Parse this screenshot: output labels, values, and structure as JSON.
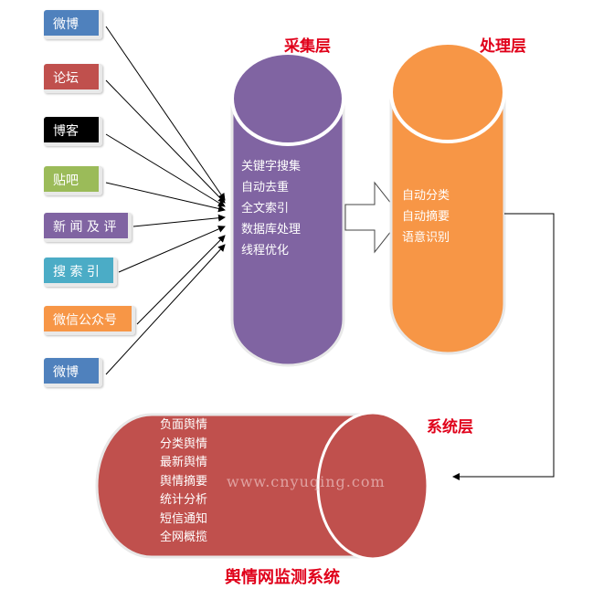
{
  "sources": [
    {
      "label": "微博",
      "color": "#4f81bd"
    },
    {
      "label": "论坛",
      "color": "#c0504d"
    },
    {
      "label": "博客",
      "color": "#000000"
    },
    {
      "label": "贴吧",
      "color": "#9bbb59"
    },
    {
      "label": "新 闻 及 评",
      "color": "#8064a2"
    },
    {
      "label": "搜 索 引",
      "color": "#4bacc6"
    },
    {
      "label": "微信公众号",
      "color": "#f79646"
    },
    {
      "label": "微博",
      "color": "#4f81bd"
    }
  ],
  "collect_layer": {
    "title": "采集层",
    "color": "#8064a2",
    "items": [
      "关键字搜集",
      "自动去重",
      "全文索引",
      "数据库处理",
      "线程优化"
    ]
  },
  "process_layer": {
    "title": "处理层",
    "color": "#f79646",
    "items": [
      "自动分类",
      "自动摘要",
      "语意识别"
    ]
  },
  "system_layer": {
    "title": "系统层",
    "color": "#c0504d",
    "items": [
      "负面舆情",
      "分类舆情",
      "最新舆情",
      "舆情摘要",
      "统计分析",
      "短信通知",
      "全网概揽"
    ],
    "watermark": "www.cnyuqing.com"
  },
  "footer_title": "舆情网监测系统"
}
